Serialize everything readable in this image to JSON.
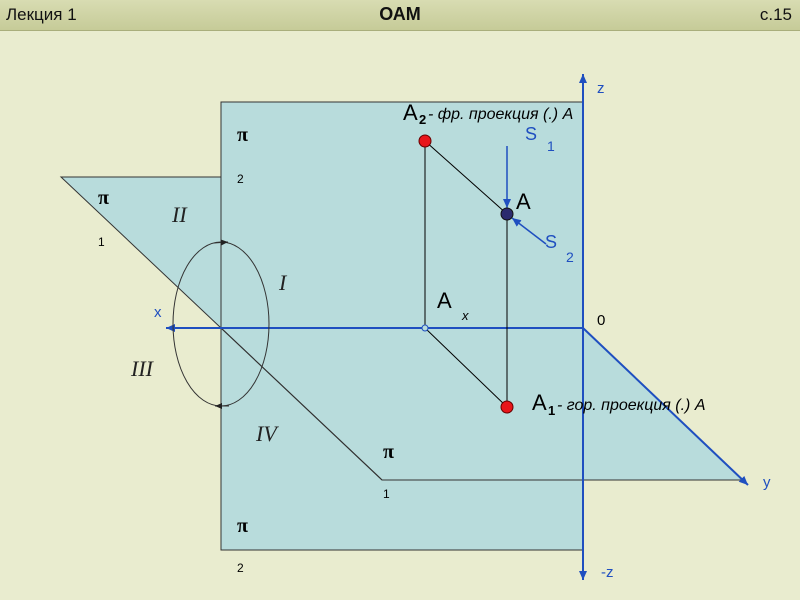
{
  "header": {
    "lecture": "Лекция 1",
    "title": "ОАМ",
    "page": "с.15"
  },
  "planes": {
    "pi_symbol": "π",
    "pi2_sub": "2",
    "pi1_sub": "1"
  },
  "quadrants": {
    "i": "I",
    "ii": "II",
    "iii": "III",
    "iv": "IV"
  },
  "axes": {
    "x": "x",
    "z": "z",
    "neg_z": "-z",
    "y": "y",
    "origin": "0"
  },
  "points": {
    "a2": {
      "letter": "A",
      "sub": "2",
      "desc": "- фр. проекция (.) А"
    },
    "a": {
      "letter": "A"
    },
    "ax": {
      "letter": "A",
      "sub": "x"
    },
    "a1": {
      "letter": "A",
      "sub": "1",
      "desc": "- гор. проекция (.) А"
    }
  },
  "rays": {
    "s1": {
      "letter": "S",
      "sub": "1"
    },
    "s2": {
      "letter": "S",
      "sub": "2"
    }
  },
  "colors": {
    "plane_fill": "#b8dcdc",
    "axis_blue": "#1f4fc0",
    "point_red": "#e8161b",
    "point_navy": "#2b2b6e"
  }
}
